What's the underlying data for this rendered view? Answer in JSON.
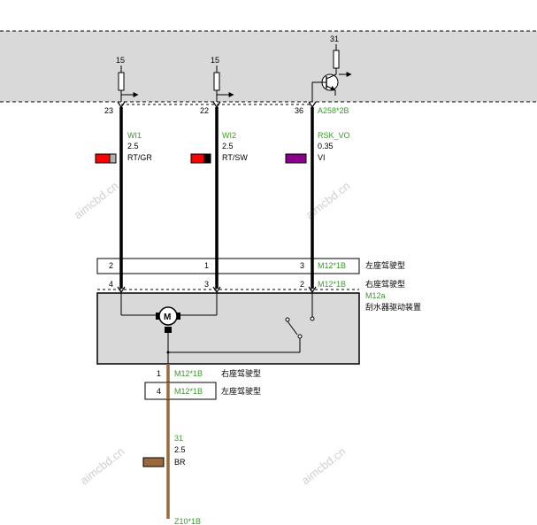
{
  "watermark": "aimcbd.cn",
  "colors": {
    "band_fill": "#d9d9d9",
    "module_fill": "#d9d9d9",
    "label_green": "#3a9a2a",
    "wire_black": "#000000",
    "wire_brown": "#9b6a3c"
  },
  "supplies": [
    {
      "terminal": "15"
    },
    {
      "terminal": "15"
    },
    {
      "terminal": "31"
    }
  ],
  "control_unit": {
    "pin_wi1": "23",
    "pin_wi2": "22",
    "pin_rsk": "36",
    "connector": "A258*2B"
  },
  "wires": [
    {
      "name": "WI1",
      "size": "2.5",
      "color_code": "RT/GR",
      "swatch": [
        "#ff0000",
        "#b0b0b0"
      ]
    },
    {
      "name": "WI2",
      "size": "2.5",
      "color_code": "RT/SW",
      "swatch": [
        "#ff0000",
        "#000000"
      ]
    },
    {
      "name": "RSK_VO",
      "size": "0.35",
      "color_code": "VI",
      "swatch": [
        "#8b008b",
        "#8b008b"
      ]
    }
  ],
  "connector_left": {
    "pins": [
      "2",
      "1",
      "3"
    ],
    "name": "M12*1B",
    "desc": "左座驾驶型"
  },
  "connector_right": {
    "pins": [
      "4",
      "3",
      "2"
    ],
    "name": "M12*1B",
    "desc": "右座驾驶型"
  },
  "module": {
    "id": "M12a",
    "desc": "刮水器驱动装置",
    "motor_symbol": "M"
  },
  "ground_right": {
    "pin": "1",
    "name": "M12*1B",
    "desc": "右座驾驶型"
  },
  "ground_left": {
    "pin": "4",
    "name": "M12*1B",
    "desc": "左座驾驶型"
  },
  "ground_wire": {
    "name": "31",
    "size": "2.5",
    "color_code": "BR",
    "swatch": "#9b6a3c",
    "destination": "Z10*1B"
  }
}
